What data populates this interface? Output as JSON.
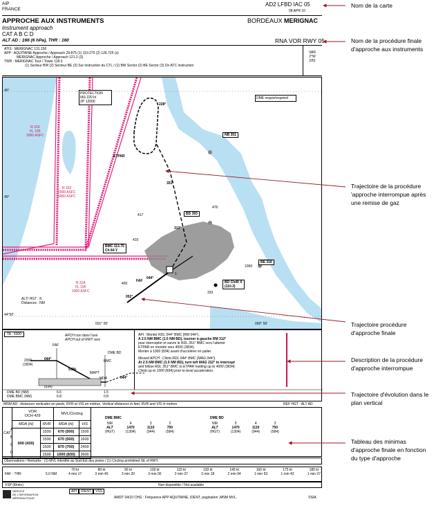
{
  "header": {
    "aip": "AIP",
    "country": "FRANCE",
    "chart_id": "AD2 LFBD IAC 05",
    "date": "08 APR 10",
    "title_fr": "APPROCHE AUX INSTRUMENTS",
    "title_en": "Instrument approach",
    "category": "CAT A B C D",
    "altitude": "ALT AD : 166 (6 hPa), THR : 160",
    "city": "BORDEAUX",
    "airport": "MERIGNAC",
    "procedure": "RNA VOR RWY 05"
  },
  "frequencies": {
    "atis": "ATIS : MERIGNAC  131.150",
    "app": "APP : AQUITAINE Approche / Approach 29.875 (1) 119.275 (2) 126.725 (s)",
    "app2": "MERIGNAC Approche / Approach 121.2 (3)",
    "twr": "TWR : MERIGNAC Tour / Tower 118.3",
    "notes": "(1) Secteur BW  (2) Secteur BE  (3) Sur instruction du CTL / (1) BW Sector  (2) BE Sector  (3) On ATC instruction"
  },
  "var": {
    "label": "VAR",
    "value": "2°W",
    "year": "(05)"
  },
  "map": {
    "lat1": "45°",
    "lat2": "45°",
    "lat3": "44°50'",
    "lon1": "001° 00'",
    "lon2": "000° 50'",
    "protection": [
      "PROTECTION",
      "IAS 220 kt",
      "ZP 12000"
    ],
    "dme_req": "DME requis/required",
    "r319": [
      "R 319",
      "FL 195",
      "2000 ASFC"
    ],
    "r162": [
      "R 162",
      "2000 ASFC",
      "3000 ASFC"
    ],
    "r31a": [
      "R 31A",
      "FL 195",
      "1000 ASFC"
    ],
    "alt_hgt": [
      "ALT/ HGT : ft",
      "Distances : NM"
    ],
    "etpar": "ETPAR",
    "bd351": "NB 351",
    "bd393": "BD 393",
    "bmc": [
      "BMC 113.75",
      "Ch 84 Y"
    ],
    "bd_ch40": [
      "BD Ch40 X",
      "(110.3)"
    ],
    "be318": "BE 318",
    "faf": "FAF",
    "heading_052": "052°",
    "heading_044": "044°",
    "heading_312": "312°",
    "heading_228": "228°",
    "heading_351": "351°",
    "dist_1": "1",
    "elev_417": "417",
    "elev_476": "476",
    "elev_410": "410",
    "elev_400": "400",
    "elev_1060": "1060",
    "elev_333": "333"
  },
  "profile": {
    "ta": "TA : 5000",
    "apch_axis": "APCH non dans l'axe",
    "apch_axis_en": "APCH out of RWY axis",
    "faf": "FAF",
    "dme_bd": "DME BD",
    "bmc": "BMC",
    "mapt": "MAPT",
    "mda": "MDA",
    "alt2000": "2000",
    "alt1834": "(1834)",
    "hdg1": "044°",
    "hdg2": "044°",
    "slope": "5.2%",
    "alt800": "800",
    "alt634": "(634)",
    "dme_bd_row": "DME BD  (NM)",
    "dme_bmc_row": "DME BMC  (NM)",
    "bd_vals": "6.6",
    "bmc_vals": "6.8",
    "bd2": "1.5",
    "bmc2": "0.8"
  },
  "missed": {
    "api": "API : Monter RDL 044° BMC (RM 044°).",
    "l1": "A 2.5 NM BMC (1.5 NM BD), tourner à gauche RM 312°",
    "l2": "pour intercepter et suivre le RDL 351° BMC vers l'attente",
    "l3": "ETPAR en montée vers 4000 (3834).",
    "l4": "Monter à 1000 (834) avant d'accélérer en palier.",
    "e1": "Missed APCH : Climb RDL 044° BMC (MAG 044°).",
    "e2": "At 2.5 NM BMC (1.5 NM BD), turn left MAG 312° to intercept",
    "e3": "and follow RDL 351° BMC to ETPAR holding up to 4000 (3834)",
    "e4": "Climb up to 1000 (834) prior to level acceleration."
  },
  "minima": {
    "title": "MNM AD : distances verticales en pieds, RVR et VIS en mètres. Vertical distances in feet, RVR and VIS in metres",
    "ref": "REF HGT : ALT AD",
    "col_vor": "VOR",
    "col_och": "OCH  429",
    "col_mvl": "MVL/Circling",
    "col_mda": "MDA (H)",
    "col_rvr": "RVR",
    "col_mdah": "MDA (H)",
    "col_vis": "VIS",
    "cat": "CAT",
    "cats": [
      "A",
      "B",
      "C",
      "D"
    ],
    "mda_val": "600 (430)",
    "rvr": [
      "1500",
      "1500",
      "1500",
      "1500"
    ],
    "mvl": [
      "670 (500)",
      "670 (500)",
      "870 (700)",
      "1000 (830)"
    ],
    "vis": [
      "1500",
      "1600",
      "2400",
      "3600"
    ],
    "dme_bmc": {
      "label": "DME BMC",
      "nm": "NM",
      "alt": "ALT",
      "hgt": "(HGT)",
      "cols": [
        [
          "4",
          "1470",
          "(1304)"
        ],
        [
          "3",
          "1110",
          "(944)"
        ],
        [
          "2",
          "750",
          "(584)"
        ]
      ]
    },
    "dme_bd": {
      "label": "DME BD",
      "nm": "NM",
      "alt": "ALT",
      "hgt": "(HGT)",
      "cols": [
        [
          "5",
          "1470",
          "(1304)"
        ],
        [
          "4",
          "1110",
          "(944)"
        ],
        [
          "3",
          "750",
          "(584)"
        ]
      ]
    }
  },
  "remarks": "Observations / Remarks : (1) MVL interdite au Sud-Est des pistes / (1) Circling prohibited SE of RWY.",
  "timing": {
    "label": "FAF - THR",
    "dist": "5.0 NM",
    "speeds": [
      "70 kt",
      "80 kt",
      "90 kt",
      "100 kt",
      "115 kt",
      "130 kt",
      "145 kt",
      "160 kt",
      "175 kt",
      "185 kt"
    ],
    "times": [
      "4 min 17",
      "3 min 45",
      "3 min 20",
      "3 min 00",
      "2 min 37",
      "2 min 18",
      "2 min 04",
      "1 min 53",
      "1 min 43",
      "1 min 37"
    ],
    "vsp": "VSP (ft/min)",
    "vsp_val": "Non disponible / Not available"
  },
  "footer": {
    "org1": "SERVICE",
    "org2": "DE L'INFORMATION",
    "org3": "AÉRONAUTIQUE",
    "checks": [
      "API",
      "IDENT",
      "VSS"
    ],
    "amdt": "AMDT 04/10 CHG : Fréquence APP AQUITAINE, IDENT, pagination ,MNM MVL.",
    "copyright": "©SIA"
  },
  "annotations": {
    "a1": "Nom de la carte",
    "a2": "Nom de la procédure finale d'approche aux instruments",
    "a3": "Trajectoire de la procédure 'approche interrompue après une remise de gaz",
    "a4": "Trajectoire procédure d'approche finale",
    "a5": "Description de la procédure d'approche interrompue",
    "a6": "Trajectoire d'évolution dans le plan vertical",
    "a7": "Tableau des minimas d'approche finale en fonction du type d'approche"
  },
  "colors": {
    "water": "#b9e0f2",
    "restricted": "#e0207a",
    "city": "#8c8c8c",
    "arrow": "#9a1a2a"
  }
}
